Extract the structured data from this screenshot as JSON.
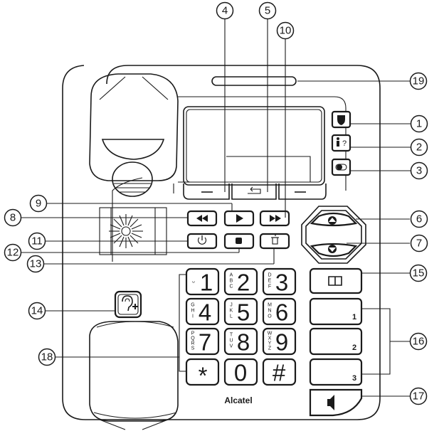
{
  "brand": "Alcatel",
  "callouts": {
    "c1": "1",
    "c2": "2",
    "c3": "3",
    "c4": "4",
    "c5": "5",
    "c6": "6",
    "c7": "7",
    "c8": "8",
    "c9": "9",
    "c10": "10",
    "c11": "11",
    "c12": "12",
    "c13": "13",
    "c14": "14",
    "c15": "15",
    "c16": "16",
    "c17": "17",
    "c18": "18",
    "c19": "19"
  },
  "keypad": {
    "k1": "1",
    "k2": "2",
    "k3": "3",
    "k4": "4",
    "k5": "5",
    "k6": "6",
    "k7": "7",
    "k8": "8",
    "k9": "9",
    "star": "*",
    "k0": "0",
    "hash": "#",
    "sub1": "ᴗ",
    "sub2a": "A",
    "sub2b": "B",
    "sub2c": "C",
    "sub3a": "D",
    "sub3b": "E",
    "sub3c": "F",
    "sub4a": "G",
    "sub4b": "H",
    "sub4c": "I",
    "sub5a": "J",
    "sub5b": "K",
    "sub5c": "L",
    "sub6a": "M",
    "sub6b": "N",
    "sub6c": "O",
    "sub7a": "P",
    "sub7b": "Q",
    "sub7c": "R",
    "sub7d": "S",
    "sub8a": "T",
    "sub8b": "U",
    "sub8c": "V",
    "sub9a": "W",
    "sub9b": "X",
    "sub9c": "Y",
    "sub9d": "Z"
  },
  "memory": {
    "m1": "1",
    "m2": "2",
    "m3": "3"
  },
  "icons": {
    "rewind": "rewind-icon",
    "play": "play-icon",
    "forward": "fast-forward-icon",
    "power": "power-icon",
    "stop": "stop-icon",
    "delete": "trash-icon",
    "up": "up-arrow-icon",
    "down": "down-arrow-icon",
    "book": "phonebook-icon",
    "speaker": "speaker-icon",
    "hearing": "hearing-boost-icon",
    "shield": "call-block-icon",
    "intercom": "help-caller-icon",
    "toggle": "toggle-icon"
  }
}
